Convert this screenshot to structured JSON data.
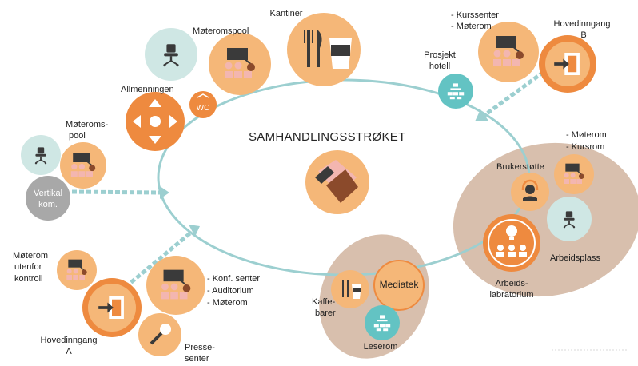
{
  "title": "SAMHANDLINGSSTRØKET",
  "labels": {
    "kantiner": "Kantiner",
    "moteromspool_top": "Møteromspool",
    "allmenningen": "Allmenningen",
    "wc": "WC",
    "moteromspool_left_1": "Møteroms-",
    "moteromspool_left_2": "pool",
    "vertikal_1": "Vertikal",
    "vertikal_2": "kom.",
    "kurssenter_line1": "- Kurssenter",
    "kurssenter_line2": "- Møterom",
    "hovedinngang_b_1": "Hovedinngang",
    "hovedinngang_b_2": "B",
    "prosjekthotell_1": "Prosjekt",
    "prosjekthotell_2": "hotell",
    "moterom_right_1": "- Møterom",
    "moterom_right_2": "- Kursrom",
    "brukerstotte": "Brukerstøtte",
    "arbeidsplass": "Arbeidsplass",
    "arbeidslab_1": "Arbeids-",
    "arbeidslab_2": "labratorium",
    "mediatek": "Mediatek",
    "kaffebarer_1": "Kaffe-",
    "kaffebarer_2": "barer",
    "leserom": "Leserom",
    "moterom_utenfor_1": "Møterom",
    "moterom_utenfor_2": "utenfor",
    "moterom_utenfor_3": "kontroll",
    "konf_1": "- Konf. senter",
    "konf_2": "- Auditorium",
    "konf_3": "- Møterom",
    "hovedinngang_a_1": "Hovedinngang",
    "hovedinngang_a_2": "A",
    "pressesenter_1": "Presse-",
    "pressesenter_2": "senter"
  },
  "colors": {
    "orange": "#f5b778",
    "orange_dark": "#ee8a3f",
    "teal": "#cfe7e4",
    "teal_dark": "#63c3c3",
    "gray": "#a8a8a8",
    "zone": "#d8bfad",
    "ring": "#9ccfd0",
    "dark_icon": "#3a3a3a",
    "pink": "#f3b6b0"
  },
  "icons": [
    "chair-icon",
    "meeting-icon",
    "cutlery-cup-icon",
    "arrows-icon",
    "entrance-icon",
    "network-icon",
    "handshake-icon",
    "headset-icon",
    "lightbulb-group-icon",
    "microphone-icon",
    "wc-icon"
  ]
}
